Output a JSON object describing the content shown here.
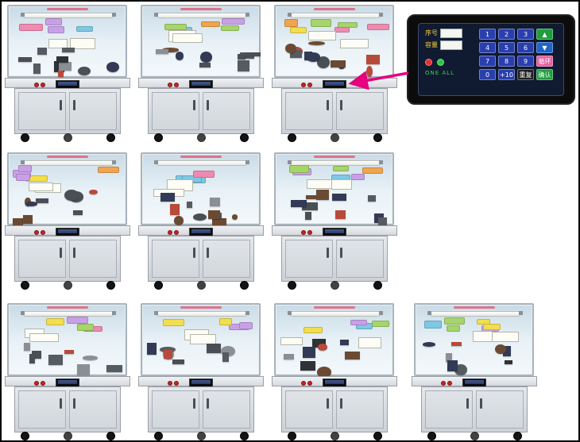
{
  "scene": {
    "background": "#ffffff",
    "border_color": "#000000",
    "board_color": "#dbe9f2",
    "cabinet_body_color": "#d8dce1"
  },
  "cabinets": [
    {
      "id": 1,
      "row": 1,
      "col": 1
    },
    {
      "id": 2,
      "row": 1,
      "col": 2
    },
    {
      "id": 3,
      "row": 1,
      "col": 3
    },
    {
      "id": 4,
      "row": 2,
      "col": 1
    },
    {
      "id": 5,
      "row": 2,
      "col": 2
    },
    {
      "id": 6,
      "row": 2,
      "col": 3
    },
    {
      "id": 7,
      "row": 3,
      "col": 1
    },
    {
      "id": 8,
      "row": 3,
      "col": 2
    },
    {
      "id": 9,
      "row": 3,
      "col": 3
    },
    {
      "id": 10,
      "row": 3,
      "col": 4
    }
  ],
  "control_panel": {
    "bezel_color": "#0c0c0c",
    "screen_color": "#101a30",
    "displays": [
      {
        "label": "序号"
      },
      {
        "label": "容量"
      }
    ],
    "indicator_label": "ONE ALL",
    "indicator_colors": [
      "#e03030",
      "#28c840"
    ],
    "keys": [
      [
        {
          "label": "1",
          "color": "number"
        },
        {
          "label": "2",
          "color": "number"
        },
        {
          "label": "3",
          "color": "number"
        },
        {
          "label": "▲",
          "color": "green"
        }
      ],
      [
        {
          "label": "4",
          "color": "number"
        },
        {
          "label": "5",
          "color": "number"
        },
        {
          "label": "6",
          "color": "number"
        },
        {
          "label": "▼",
          "color": "blue"
        }
      ],
      [
        {
          "label": "7",
          "color": "number"
        },
        {
          "label": "8",
          "color": "number"
        },
        {
          "label": "9",
          "color": "number"
        },
        {
          "label": "循环",
          "color": "pink"
        }
      ],
      [
        {
          "label": "0",
          "color": "number"
        },
        {
          "label": "+10",
          "color": "number"
        },
        {
          "label": "重复",
          "color": "dark"
        },
        {
          "label": "确认",
          "color": "green"
        }
      ]
    ]
  },
  "arrow": {
    "color": "#e6007e"
  },
  "palette": {
    "chips": [
      "#f2de4e",
      "#f08ab0",
      "#a6d56a",
      "#f0a44e",
      "#c9a0e8",
      "#7ec8e3"
    ],
    "parts": [
      "#2f3338",
      "#4a4f55",
      "#6b4a33",
      "#555b61",
      "#333a55",
      "#8a8f96",
      "#b84a3a"
    ]
  }
}
